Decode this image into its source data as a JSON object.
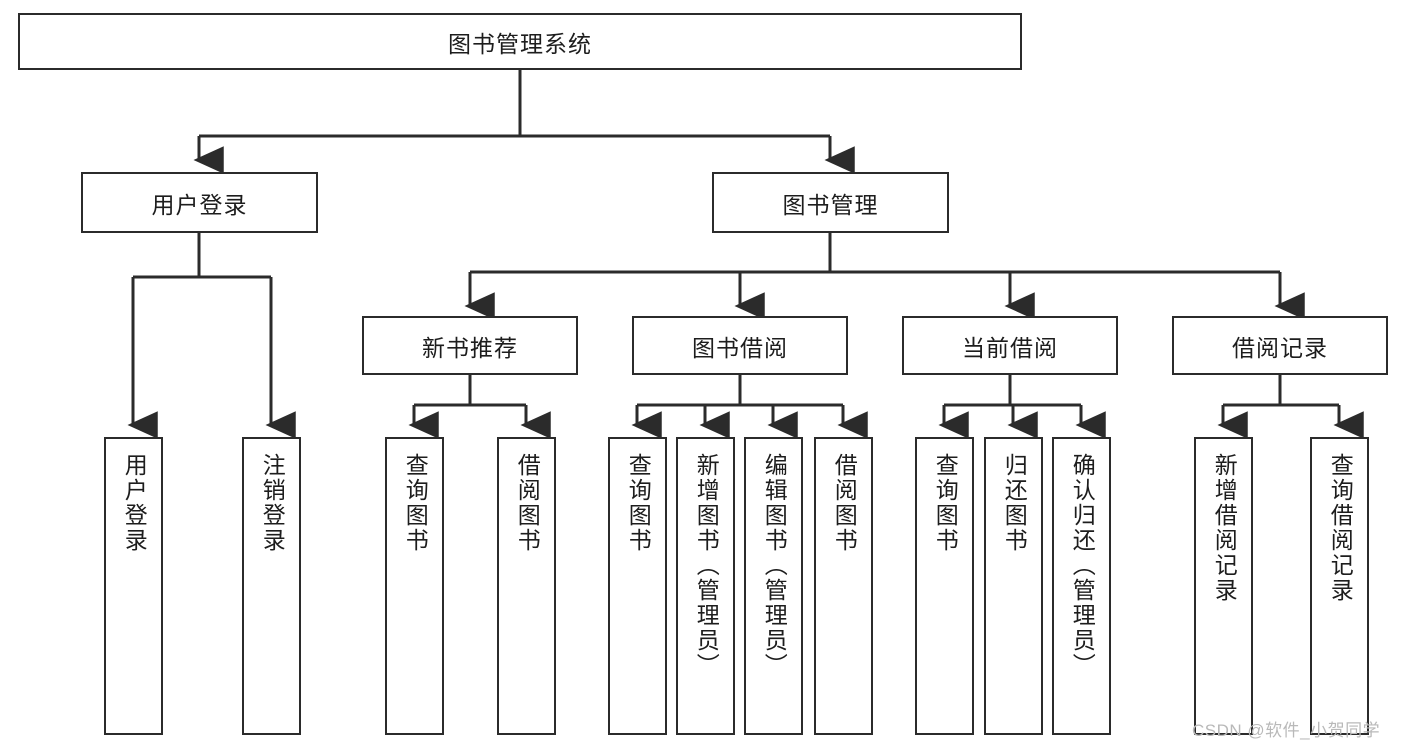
{
  "diagram": {
    "type": "tree-hierarchy-chart",
    "title_node": {
      "label": "图书管理系统"
    },
    "level2": [
      {
        "id": "user-login",
        "label": "用户登录"
      },
      {
        "id": "book-management",
        "label": "图书管理"
      }
    ],
    "level3": [
      {
        "id": "new-book-recommend",
        "label": "新书推荐"
      },
      {
        "id": "book-borrow",
        "label": "图书借阅"
      },
      {
        "id": "current-borrow",
        "label": "当前借阅"
      },
      {
        "id": "borrow-record",
        "label": "借阅记录"
      }
    ],
    "leaves": {
      "user_login": [
        {
          "id": "leaf-user-login",
          "label": "用户登录"
        },
        {
          "id": "leaf-logout-login",
          "label": "注销登录"
        }
      ],
      "new_book_recommend": [
        {
          "id": "leaf-query-book-1",
          "label": "查询图书"
        },
        {
          "id": "leaf-borrow-book-1",
          "label": "借阅图书"
        }
      ],
      "book_borrow": [
        {
          "id": "leaf-query-book-2",
          "label": "查询图书"
        },
        {
          "id": "leaf-add-book",
          "label": "新增图书（管理员）"
        },
        {
          "id": "leaf-edit-book",
          "label": "编辑图书（管理员）"
        },
        {
          "id": "leaf-borrow-book-2",
          "label": "借阅图书"
        }
      ],
      "current_borrow": [
        {
          "id": "leaf-query-book-3",
          "label": "查询图书"
        },
        {
          "id": "leaf-return-book",
          "label": "归还图书"
        },
        {
          "id": "leaf-confirm-return",
          "label": "确认归还（管理员）"
        }
      ],
      "borrow_record": [
        {
          "id": "leaf-add-record",
          "label": "新增借阅记录"
        },
        {
          "id": "leaf-query-record",
          "label": "查询借阅记录"
        }
      ]
    },
    "watermark": "CSDN @软件_小贺同学",
    "colors": {
      "stroke": "#2b2b2b",
      "fill": "#ffffff",
      "text": "#1d1d1d",
      "watermark": "#b9b9b9"
    }
  }
}
